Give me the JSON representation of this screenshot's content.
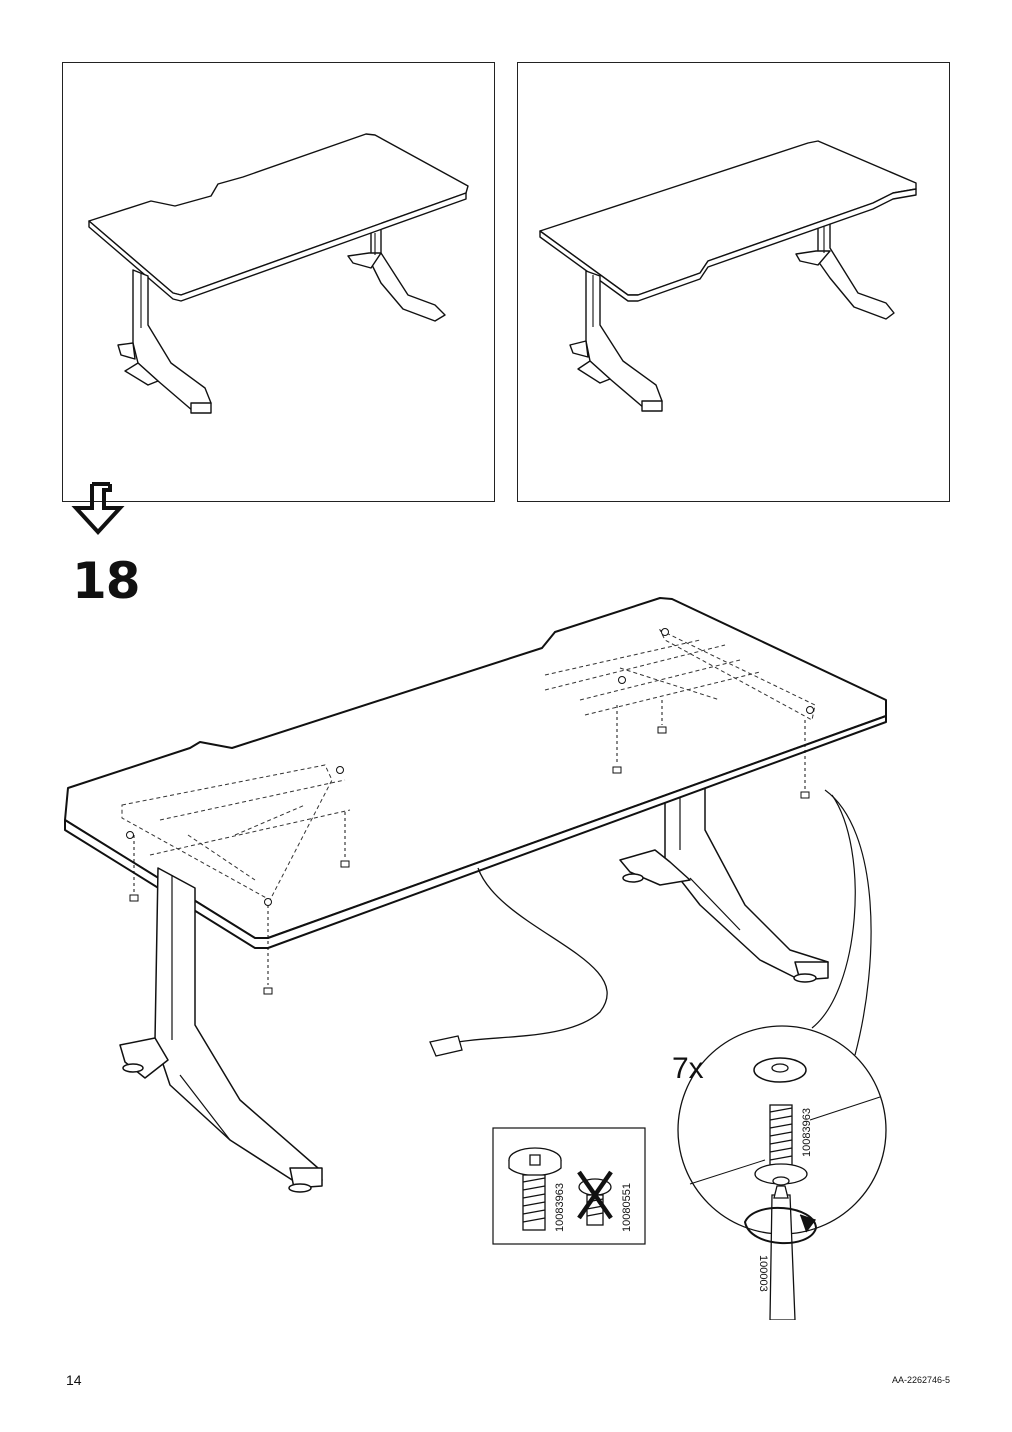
{
  "page": {
    "number": "14",
    "doc_id": "AA-2262746-5"
  },
  "step": {
    "number": "18"
  },
  "detail": {
    "quantity": "7x",
    "screw_part": "10083963",
    "tool_part": "100003"
  },
  "hardware_box": {
    "correct_part": "10083963",
    "wrong_part": "10080551"
  }
}
